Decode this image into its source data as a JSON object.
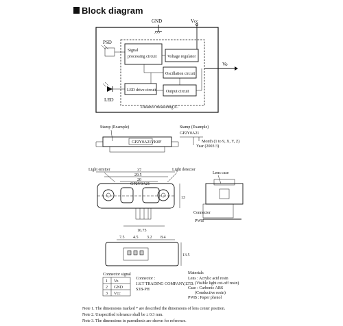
{
  "header": {
    "title": "Block diagram"
  },
  "block_diagram": {
    "gnd_label": "GND",
    "vcc_label": "Vcc",
    "vo_label": "Vo",
    "psd_label": "PSD",
    "led_label": "LED",
    "ic_label": "Distance measuring IC",
    "blocks": {
      "signal": [
        "Signal",
        "processing circuit"
      ],
      "voltage": "Voltage regulator",
      "oscillation": "Oscillation circuit",
      "led_drive": "LED drive circuit",
      "output": "Output circuit"
    }
  },
  "drawing": {
    "stamp_text": "GP2Y0A21YK0F",
    "stamp_label": "Stamp (Example)",
    "month_label": "Month (1 to 9, X, Y, Z)",
    "year_label": "Year (2003:3)",
    "center_code": "GP2Y0A21",
    "light_emitter": "Light emitter",
    "light_detector": "Light detector",
    "lens_case": "Lens case",
    "connector_label": "Connector",
    "pwb_label": "PWB",
    "dim_37": "37",
    "dim_29_5": "29.5",
    "dim_20": "20",
    "dim_13": "13",
    "dim_16_75": "16.75",
    "dim_7_5": "7.5",
    "dim_4_5": "4.5",
    "dim_3_2": "3.2",
    "dim_8_4": "8.4",
    "dim_13_5": "13.5"
  },
  "connector_table": {
    "title": "Connector signal",
    "rows": [
      {
        "num": "1",
        "signal": "Vo"
      },
      {
        "num": "2",
        "signal": "GND"
      },
      {
        "num": "3",
        "signal": "Vcc"
      }
    ],
    "connector_lines": [
      "Connector :",
      "J.S.T TRADING COMPANY,LTD.",
      "S3B-PH"
    ]
  },
  "materials": {
    "title": "Materials",
    "lines": [
      "Lens : Acrylic acid resin",
      "(Visible light cut-off resin)",
      "Case : Carbonic ABS",
      "(Conductive resin)",
      "PWB : Paper phenol"
    ]
  },
  "notes": [
    "Note 1. The dimensions marked * are described the dimensions of lens center position.",
    "Note 2. Unspecified tolerance shall be ± 0.3 mm.",
    "Note 3. The dimensions in parenthesis are shown for reference."
  ]
}
